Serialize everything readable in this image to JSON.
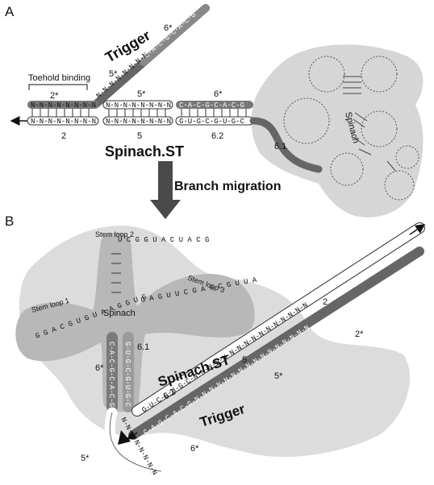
{
  "panel_a": {
    "letter": "A",
    "trigger_label": "Trigger",
    "toehold_label": "Toehold binding",
    "seg_2star_top": "2*",
    "seg_5star_top": "5*",
    "seg_6star_top": "6*",
    "seg_5star_trigger": "5*",
    "seg_6star_trigger": "6*",
    "seg_2": "2",
    "seg_5": "5",
    "seg_62": "6.2",
    "seg_61": "6.1",
    "spinach_st_label": "Spinach.ST",
    "spinach_label": "Spinach",
    "trigger_seq_n": "N-N-N-N-N-N-N-N",
    "trigger_seq_6": "C-A-C-G-C-A-C-G",
    "top_2star_seq": "N-N-N-N-N-N-N-N",
    "top_5star_seq": "N-N-N-N-N-N-N-N",
    "top_6star_seq": "C-A-C-G-C-A-C-G",
    "bot_2_seq": "N-N-N-N-N-N-N-N",
    "bot_5_seq": "N-N-N-N-N-N-N-N",
    "bot_62_seq": "G-U-G-C-G-U-G-C"
  },
  "arrow_label": "Branch migration",
  "panel_b": {
    "letter": "B",
    "stem_loop_1": "Stem loop 1",
    "stem_loop_2": "Stem loop 2",
    "stem_loop_3": "Stem loop 3",
    "spinach_label": "Spinach",
    "spinach_st_label": "Spinach.ST",
    "trigger_label": "Trigger",
    "seg_6star_left": "6*",
    "seg_61": "6.1",
    "seg_62": "6.2",
    "seg_2": "2",
    "seg_5": "5",
    "seg_2star": "2*",
    "seg_5star_right": "5*",
    "seg_6star_bottom": "6*",
    "seg_5star_tail": "5*",
    "stem_left_seq": "C-A-C-G-C-A-C-G",
    "stem_right_seq": "G-U-G-C-G-U-G-C",
    "tail_seq": "N-N-N-N-N-N-N-N",
    "duplex_top_seq": "G-U-C-G-U-G-C-N-N-N-N-N-N-N-N-N-N-N-N-N-N-N-N",
    "duplex_bot_seq": "C-A-G-C-A-C-G-N-N-N-N-N-N-N-N-N-N-N-N-N-N-N-N",
    "loop1_seq": "G G A C G U G U A A G G U G",
    "loop2_seq": "U C G G U A C U A C G",
    "loop3_seq": "G A G U U C G A G C G U U A"
  },
  "colors": {
    "dark_strand": "#555555",
    "light_strand": "#ffffff",
    "bg_shape": "#d6d6d6",
    "inner_shape": "#b0b0b0",
    "arrow": "#4a4a4a"
  }
}
